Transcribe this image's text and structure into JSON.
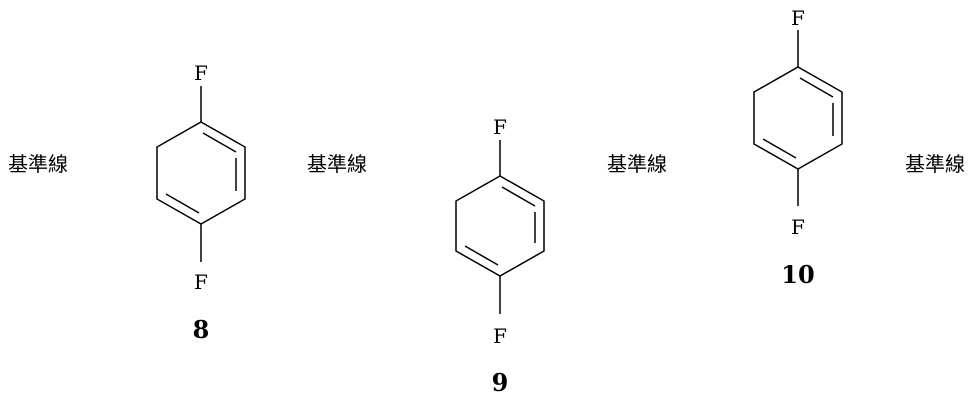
{
  "baseline_labels": [
    "基準線",
    "基準線",
    "基準線",
    "基準線"
  ],
  "molecules": [
    {
      "compound_number": "8",
      "top_atom": "F",
      "bottom_atom": "F"
    },
    {
      "compound_number": "9",
      "top_atom": "F",
      "bottom_atom": "F"
    },
    {
      "compound_number": "10",
      "top_atom": "F",
      "bottom_atom": "F"
    }
  ]
}
